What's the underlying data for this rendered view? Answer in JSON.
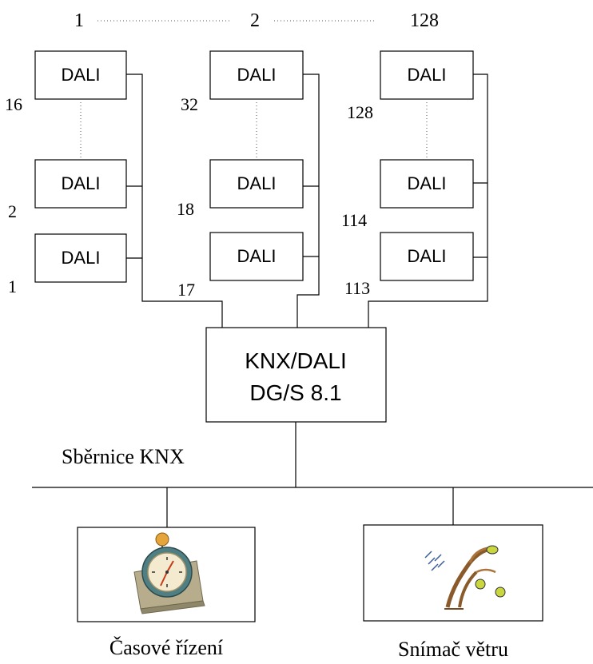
{
  "top_numbers": {
    "first": "1",
    "second": "2",
    "last": "128"
  },
  "device_label": "DALI",
  "groups": [
    {
      "top": "16",
      "middle": "2",
      "bottom": "1",
      "connection": ""
    },
    {
      "top": "32",
      "middle": "18",
      "bottom": "",
      "connection": "17"
    },
    {
      "top": "128",
      "middle": "114",
      "bottom": "",
      "connection": "113"
    }
  ],
  "gateway": {
    "line1": "KNX/DALI",
    "line2": "DG/S 8.1"
  },
  "bus_label": "Sběrnice KNX",
  "devices": [
    {
      "label": "Časové řízení",
      "icon": "alarm-clock-icon"
    },
    {
      "label": "Snímač větru",
      "icon": "wind-tree-icon"
    }
  ]
}
